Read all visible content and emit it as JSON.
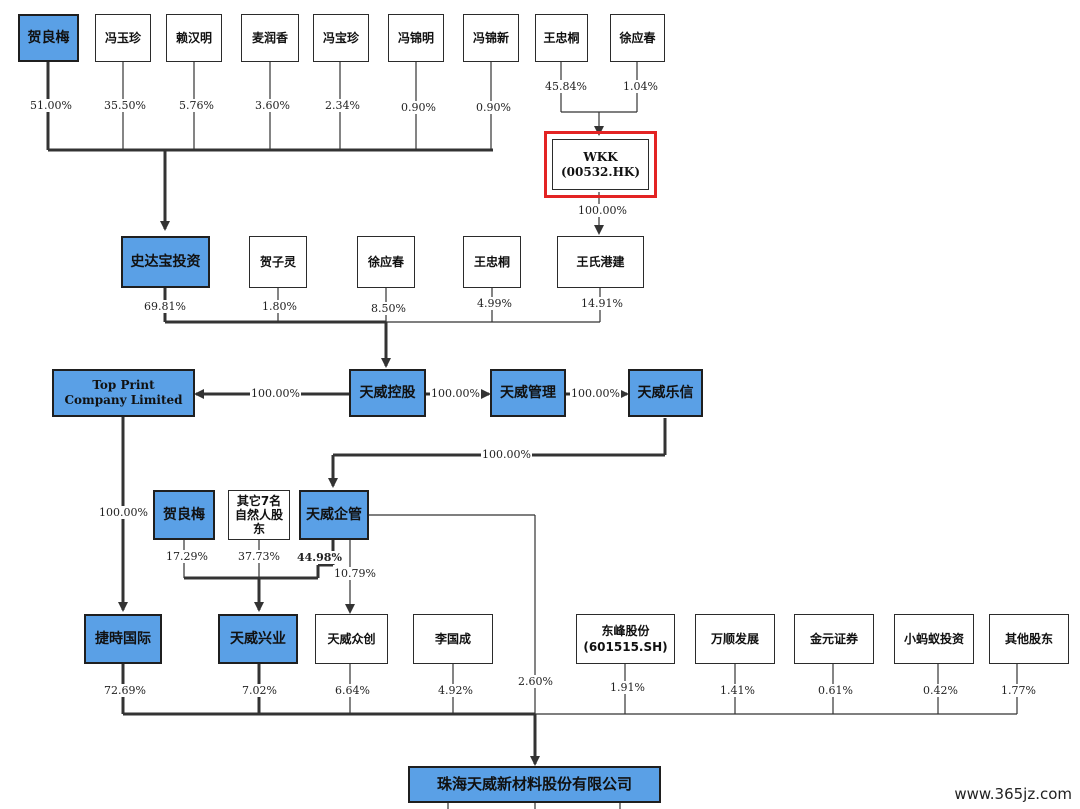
{
  "colors": {
    "entity_fill": "#5aa0e6",
    "highlight": "#e32323",
    "line": "#333333"
  },
  "top_row": {
    "he_liangmei": {
      "name": "贺良梅",
      "pct": "51.00%"
    },
    "feng_yuzhen": {
      "name": "冯玉珍",
      "pct": "35.50%"
    },
    "lai_hanming": {
      "name": "赖汉明",
      "pct": "5.76%"
    },
    "mai_runxiang": {
      "name": "麦润香",
      "pct": "3.60%"
    },
    "feng_baozhen": {
      "name": "冯宝珍",
      "pct": "2.34%"
    },
    "feng_jinming": {
      "name": "冯锦明",
      "pct": "0.90%"
    },
    "feng_jinxin": {
      "name": "冯锦新",
      "pct": "0.90%"
    },
    "wang_zhongtong": {
      "name": "王忠桐",
      "pct": "45.84%"
    },
    "xu_yingchun": {
      "name": "徐应春",
      "pct": "1.04%"
    }
  },
  "wkk": {
    "name": "WKK",
    "code": "(00532.HK)",
    "pct": "100.00%"
  },
  "row2": {
    "shidabao": {
      "name": "史达宝投资",
      "pct": "69.81%"
    },
    "he_ziling": {
      "name": "贺子灵",
      "pct": "1.80%"
    },
    "xu_yingchun": {
      "name": "徐应春",
      "pct": "8.50%"
    },
    "wang_zhongtong": {
      "name": "王忠桐",
      "pct": "4.99%"
    },
    "wangshi_gangjian": {
      "name": "王氏港建",
      "pct": "14.91%"
    }
  },
  "row3": {
    "top_print": {
      "name": "Top Print\nCompany Limited"
    },
    "tianwei_konggu": {
      "name": "天威控股"
    },
    "tianwei_guanli": {
      "name": "天威管理"
    },
    "tianwei_lexin": {
      "name": "天威乐信"
    },
    "pct_top_print": "100.00%",
    "pct_guanli": "100.00%",
    "pct_lexin": "100.00%",
    "pct_qiguan": "100.00%"
  },
  "row4": {
    "he_liangmei": {
      "name": "贺良梅",
      "pct": "17.29%"
    },
    "others7": {
      "name": "其它7名\n自然人股\n东",
      "pct": "37.73%"
    },
    "tianwei_qiguan": {
      "name": "天威企管",
      "pct_xingye": "44.98%",
      "pct_zhongchuang": "10.79%"
    },
    "pct_jieshi": "100.00%"
  },
  "row5": {
    "jieshi": {
      "name": "捷時国际",
      "pct": "72.69%"
    },
    "xingye": {
      "name": "天威兴业",
      "pct": "7.02%"
    },
    "zhongchuang": {
      "name": "天威众创",
      "pct": "6.64%"
    },
    "li_guocheng": {
      "name": "李国成",
      "pct": "4.92%"
    },
    "qiguan_direct_pct": "2.60%",
    "dongfeng": {
      "name": "东峰股份\n(601515.SH)",
      "pct": "1.91%"
    },
    "wanshun": {
      "name": "万顺发展",
      "pct": "1.41%"
    },
    "jinyuan": {
      "name": "金元证券",
      "pct": "0.61%"
    },
    "xiaomayi": {
      "name": "小蚂蚁投资",
      "pct": "0.42%"
    },
    "others": {
      "name": "其他股东",
      "pct": "1.77%"
    }
  },
  "target": {
    "name": "珠海天威新材料股份有限公司"
  },
  "watermark": "www.365jz.com"
}
